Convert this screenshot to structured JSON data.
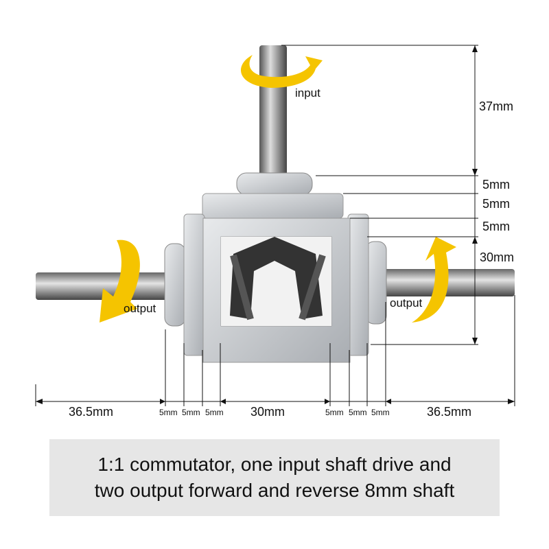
{
  "labels": {
    "input": "input",
    "output_left": "output",
    "output_right": "output"
  },
  "vertical_dims": [
    "37mm",
    "5mm",
    "5mm",
    "5mm",
    "30mm"
  ],
  "horizontal_dims": [
    "36.5mm",
    "5mm",
    "5mm",
    "5mm",
    "30mm",
    "5mm",
    "5mm",
    "5mm",
    "36.5mm"
  ],
  "caption": {
    "line1": "1:1 commutator, one input shaft drive and",
    "line2": "two output forward and reverse 8mm shaft"
  },
  "colors": {
    "arrow": "#f5c400",
    "caption_bg": "#e6e6e6",
    "metal": "#c8ccd0"
  }
}
